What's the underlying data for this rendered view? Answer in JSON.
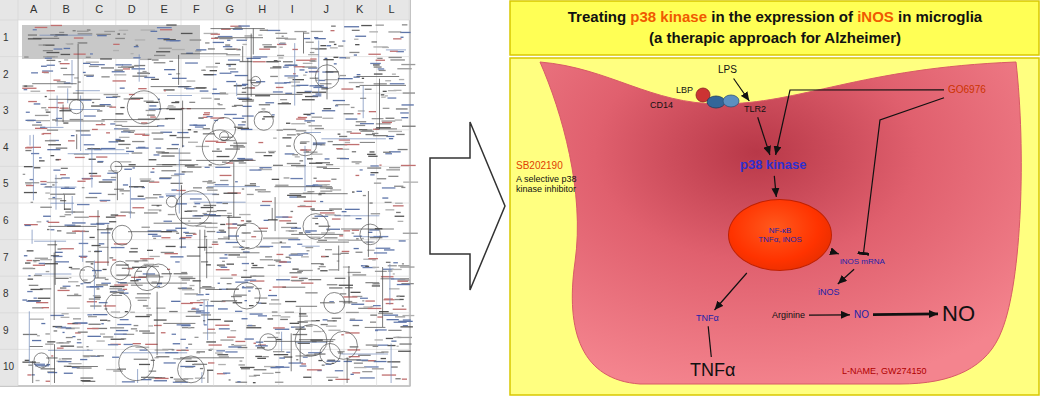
{
  "diagram": {
    "title": "Treating p38 kinase in the expression of iNOS in microglia (a therapic approach for Alzheimer)",
    "nodes": [
      {
        "text": [
          "LPS"
        ]
      },
      {
        "text": [
          "LBP"
        ]
      },
      {
        "text": [
          "CD14"
        ]
      },
      {
        "text": [
          "TLR2"
        ]
      },
      {
        "text": [
          "p38 kinase"
        ]
      },
      {
        "text": [
          "GO6976"
        ]
      },
      {
        "text": [
          "NF-κB",
          "TNFα, iNOS"
        ]
      },
      {
        "text": [
          "iNOS mRNA"
        ]
      },
      {
        "text": [
          "iNOS"
        ]
      },
      {
        "text": [
          "TNFα"
        ]
      },
      {
        "text": [
          "Arginine"
        ]
      },
      {
        "text": [
          "NO"
        ]
      },
      {
        "text": [
          "NO"
        ]
      },
      {
        "text": [
          "TNFα"
        ]
      }
    ],
    "edges": [
      {
        "from": 0,
        "to": 3,
        "arrow": "to"
      },
      {
        "from": 3,
        "to": 4,
        "arrow": "to"
      },
      {
        "from": 5,
        "to": 4,
        "arrow": "to"
      },
      {
        "from": 5,
        "to": 7,
        "arrow": "to"
      },
      {
        "from": 4,
        "to": 6,
        "arrow": "to"
      },
      {
        "from": 6,
        "to": 9,
        "arrow": "to"
      },
      {
        "from": 6,
        "to": 7,
        "arrow": "to"
      },
      {
        "from": 7,
        "to": 8,
        "arrow": "to"
      },
      {
        "from": 10,
        "to": 11,
        "arrow": "to"
      },
      {
        "from": 11,
        "to": 12,
        "arrow": "to"
      },
      {
        "from": 9,
        "to": 13,
        "arrow": "none"
      }
    ],
    "labels": [
      "A",
      "B",
      "C",
      "D",
      "E",
      "F",
      "G",
      "H",
      "I",
      "J",
      "K",
      "L",
      "1",
      "2",
      "3",
      "4",
      "5",
      "6",
      "7",
      "8",
      "9",
      "10",
      "SB202190",
      "A selective p38 kinase inhibitor",
      "L-NAME, GW274150"
    ]
  }
}
